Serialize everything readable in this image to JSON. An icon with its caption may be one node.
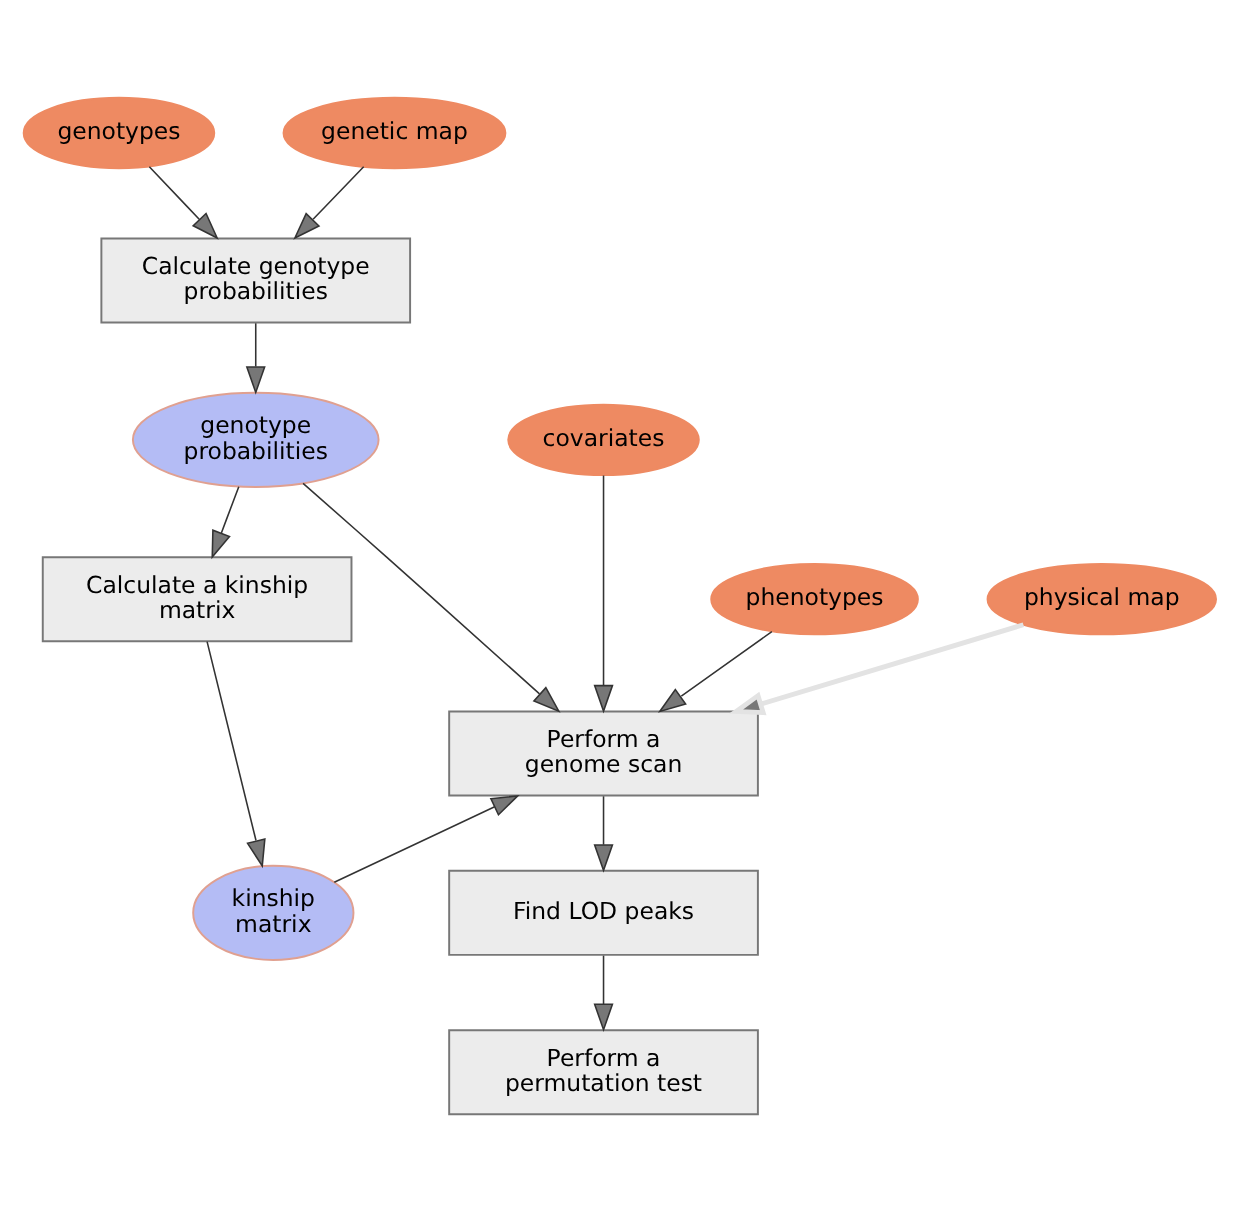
{
  "diagram": {
    "nodes": [
      {
        "text": [
          "genotypes"
        ]
      },
      {
        "text": [
          "genetic map"
        ]
      },
      {
        "text": [
          "Calculate genotype probabilities"
        ]
      },
      {
        "text": [
          "genotype probabilities"
        ]
      },
      {
        "text": [
          "covariates"
        ]
      },
      {
        "text": [
          "phenotypes"
        ]
      },
      {
        "text": [
          "physical map"
        ]
      },
      {
        "text": [
          "Calculate a kinship matrix"
        ]
      },
      {
        "text": [
          "Perform a genome scan"
        ]
      },
      {
        "text": [
          "kinship matrix"
        ]
      },
      {
        "text": [
          "Find LOD peaks"
        ]
      },
      {
        "text": [
          "Perform a permutation test"
        ]
      }
    ],
    "edges": [
      {
        "from": 0,
        "to": 2,
        "arrow": "to"
      },
      {
        "from": 1,
        "to": 2,
        "arrow": "to"
      },
      {
        "from": 2,
        "to": 3,
        "arrow": "to"
      },
      {
        "from": 3,
        "to": 7,
        "arrow": "to"
      },
      {
        "from": 3,
        "to": 8,
        "arrow": "to"
      },
      {
        "from": 7,
        "to": 9,
        "arrow": "to"
      },
      {
        "from": 9,
        "to": 8,
        "arrow": "to"
      },
      {
        "from": 5,
        "to": 8,
        "arrow": "to"
      },
      {
        "from": 4,
        "to": 8,
        "arrow": "to"
      },
      {
        "from": 6,
        "to": 8,
        "arrow": "to",
        "style": "thick",
        "color": "#e3e3e3"
      },
      {
        "from": 8,
        "to": 10,
        "arrow": "to"
      },
      {
        "from": 10,
        "to": 11,
        "arrow": "to"
      }
    ]
  }
}
